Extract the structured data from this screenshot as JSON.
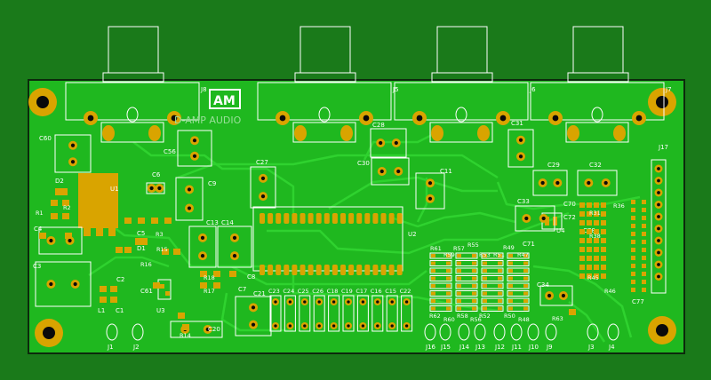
{
  "brand": {
    "logo_glyph": "AM",
    "name": "D-AMP AUDIO"
  },
  "colors": {
    "background": "#1a7a1a",
    "board": "#1fb81f",
    "copper_trace": "#2fd22f",
    "pad": "#d9a400",
    "silkscreen": "#ffffff",
    "hole": "#0a0a0a",
    "outline": "#0c2a0c"
  },
  "connectors": [
    {
      "label": "J8"
    },
    {
      "label": "J5"
    },
    {
      "label": "J6"
    },
    {
      "label": "J7"
    }
  ],
  "pin_header": {
    "label": "J17"
  },
  "bottom_pads": [
    {
      "label": "J1"
    },
    {
      "label": "J2"
    },
    {
      "label": "J16"
    },
    {
      "label": "J15"
    },
    {
      "label": "J14"
    },
    {
      "label": "J13"
    },
    {
      "label": "J12"
    },
    {
      "label": "J11"
    },
    {
      "label": "J10"
    },
    {
      "label": "J9"
    },
    {
      "label": "J3"
    },
    {
      "label": "J4"
    }
  ],
  "ics": [
    {
      "label": "U1"
    },
    {
      "label": "U2"
    },
    {
      "label": "U3"
    },
    {
      "label": "U4"
    }
  ],
  "capacitors": [
    "C60",
    "C56",
    "C6",
    "C9",
    "C27",
    "C28",
    "C30",
    "C11",
    "C31",
    "C29",
    "C32",
    "C33",
    "C70",
    "C71",
    "C72",
    "C78",
    "C77",
    "C4",
    "C3",
    "C5",
    "C61",
    "C13",
    "C14",
    "C8",
    "C7",
    "C2",
    "C1",
    "C21",
    "C20",
    "C34",
    "C23",
    "C24",
    "C25",
    "C26",
    "C18",
    "C19",
    "C17",
    "C16",
    "C15",
    "C22"
  ],
  "resistors": [
    "R1",
    "R2",
    "R3",
    "R15",
    "R16",
    "R18",
    "R17",
    "R14",
    "R31",
    "R36",
    "R38",
    "R46",
    "R45",
    "R61",
    "R57",
    "R55",
    "R49",
    "R59",
    "R53",
    "R51",
    "R47",
    "R62",
    "R60",
    "R58",
    "R56",
    "R52",
    "R50",
    "R48",
    "R63"
  ],
  "misc_parts": [
    "D1",
    "D2",
    "L1"
  ]
}
